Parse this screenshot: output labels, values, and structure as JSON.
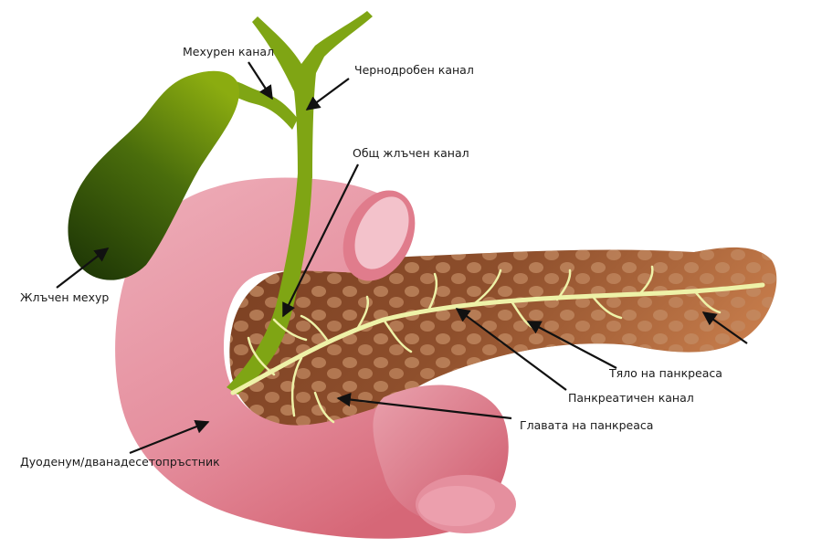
{
  "labels": {
    "cystic_duct": "Мехурен канал",
    "hepatic_duct": "Чернодробен канал",
    "common_bile_duct": "Общ жлъчен канал",
    "gallbladder": "Жлъчен мехур",
    "pancreas_body": "Тяло на панкреаса",
    "pancreatic_duct": "Панкреатичен канал",
    "pancreas_head": "Главата на панкреаса",
    "duodenum": "Дуоденум/дванадесетопръстник"
  },
  "colors": {
    "gallbladder_dark": "#1f3d08",
    "gallbladder_light": "#86a80c",
    "bile_duct": "#7fa514",
    "duodenum": "#e79aa7",
    "duodenum_shadow": "#d9707f",
    "pancreas": "#9b5a33",
    "pancreas_lobule": "#c38a62",
    "pancreatic_duct": "#eef2a8",
    "arrow": "#111111"
  }
}
